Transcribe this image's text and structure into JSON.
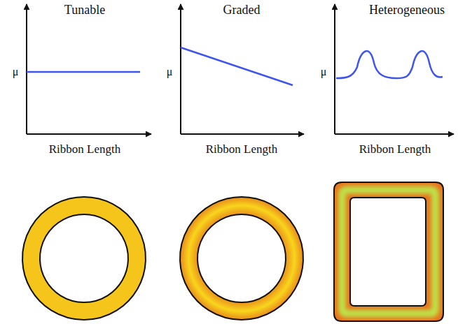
{
  "diagram": {
    "labels": [
      "Tunable",
      "μ",
      "Ribbon Length",
      "Graded",
      "μ",
      "Ribbon Length",
      "Heterogeneous",
      "μ",
      "Ribbon Length"
    ]
  }
}
